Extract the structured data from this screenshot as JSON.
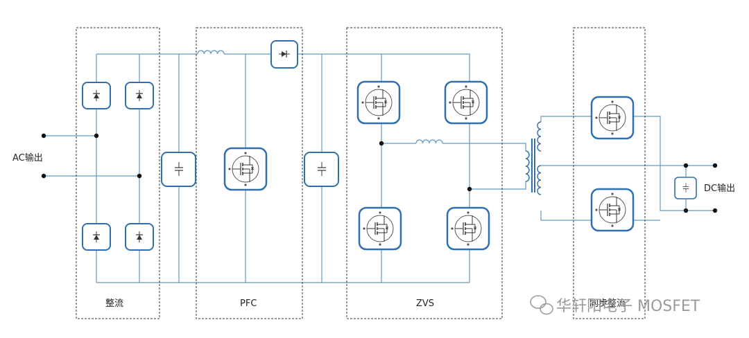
{
  "labels": {
    "ac_input": "AC输出",
    "dc_output": "DC输出",
    "stage_rectifier": "整流",
    "stage_pfc": "PFC",
    "stage_zvs": "ZVS",
    "stage_sync_rect": "同步整流"
  },
  "watermark": {
    "text": "华轩阳电子 MOSFET",
    "icon": "wechat-icon"
  },
  "colors": {
    "wire": "#5f9ac9",
    "component_border": "#2f6fad",
    "component_fill": "#ffffff",
    "dashed_box": "#333333",
    "node": "#111111",
    "watermark": "#9a9a9a"
  },
  "components": {
    "rectifier_diodes": "diode-icon",
    "boost_diode": "diode-icon",
    "filter_capacitors": "capacitor-icon",
    "switches": "mosfet-icon",
    "inductors": "inductor-icon",
    "transformer": "transformer-icon"
  }
}
